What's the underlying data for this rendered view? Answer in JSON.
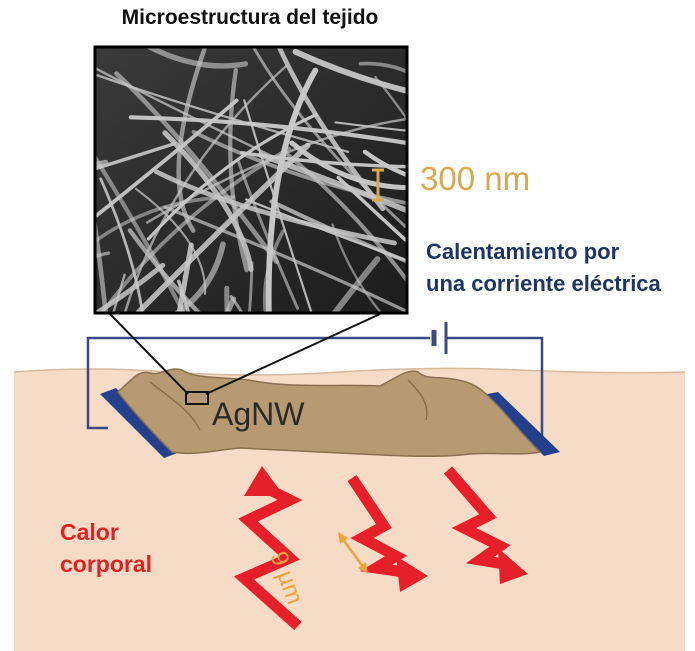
{
  "title": "Microestructura del tejido",
  "scale_bar": "300 nm",
  "heating_label": [
    "Calentamiento por",
    "una corriente eléctrica"
  ],
  "material_label": "AgNW",
  "body_heat_label": [
    "Calor",
    "corporal"
  ],
  "wavelength_label": "9 µm",
  "colors": {
    "skin": "#f6dcc6",
    "fabric": "#b89a72",
    "electrode": "#23408e",
    "circuit_wire": "#3b4a86",
    "heat_arrow": "#e61f2a",
    "heating_text": "#1c3564",
    "body_heat_text": "#e02222",
    "scale_color": "#d9a84a"
  }
}
